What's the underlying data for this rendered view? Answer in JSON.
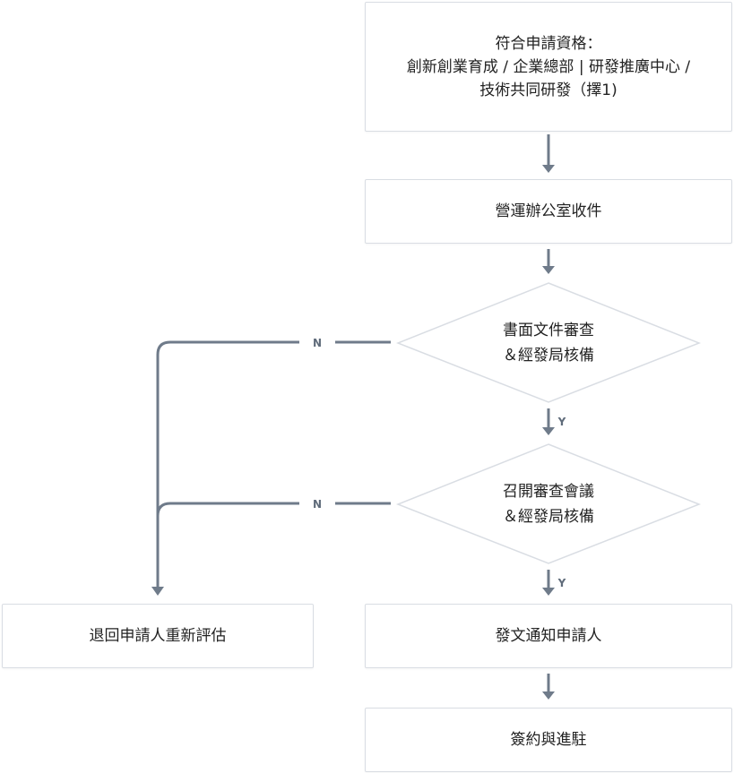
{
  "nodes": {
    "eligibility": {
      "line1": "符合申請資格：",
      "line2": "創新創業育成 / 企業總部 | 研發推廣中心 /",
      "line3": "技術共同研發（擇1)"
    },
    "office_receipt": {
      "label": "營運辦公室收件"
    },
    "document_review": {
      "line1": "書面文件審查",
      "line2": "＆經發局核備"
    },
    "review_meeting": {
      "line1": "召開審查會議",
      "line2": "＆經發局核備"
    },
    "notify_applicant": {
      "label": "發文通知申請人"
    },
    "return_applicant": {
      "label": "退回申請人重新評估"
    },
    "sign_and_move_in": {
      "label": "簽約與進駐"
    }
  },
  "edges": {
    "review_yes": "Y",
    "review_no": "N",
    "meeting_yes": "Y",
    "meeting_no": "N"
  },
  "colors": {
    "connector": "#6f7b8a",
    "node_border": "#d9dde3",
    "text": "#222222"
  }
}
